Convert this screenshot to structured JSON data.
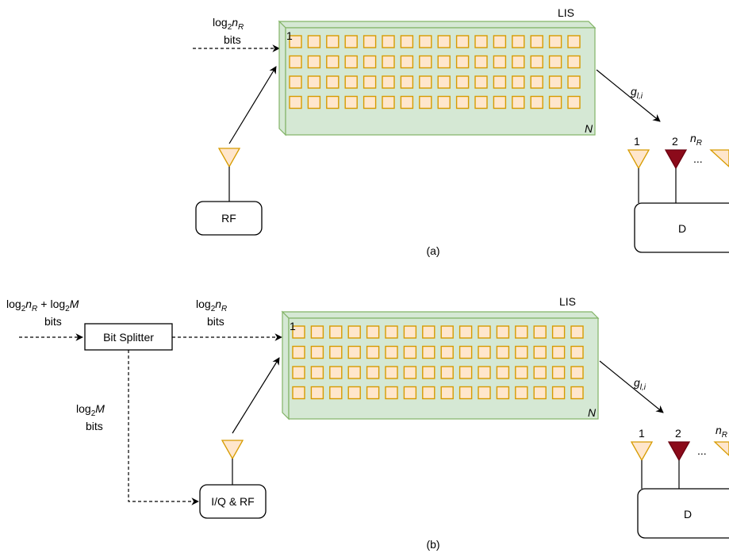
{
  "panel_a": {
    "caption": "(a)",
    "surface_label": "LIS",
    "element_first": "1",
    "element_last": "N",
    "input_label_line1_prefix": "log",
    "input_label_line1_sub": "2",
    "input_label_line1_var": "n",
    "input_label_line1_var_sub": "R",
    "input_label_line2": "bits",
    "source_label": "RF",
    "channel_label": "g",
    "channel_label_sub": "l,i",
    "antenna_first": "1",
    "antenna_second": "2",
    "antenna_dots": "...",
    "antenna_last": "n",
    "antenna_last_sub": "R",
    "receiver_label": "D"
  },
  "panel_b": {
    "caption": "(b)",
    "surface_label": "LIS",
    "element_first": "1",
    "element_last": "N",
    "splitter_label": "Bit Splitter",
    "input_label_line1": {
      "a_prefix": "log",
      "a_sub": "2",
      "a_var": "n",
      "a_var_sub": "R",
      "plus": "+",
      "b_prefix": "log",
      "b_sub": "2",
      "b_var": "M"
    },
    "input_label_line2": "bits",
    "lis_input_label_line1_prefix": "log",
    "lis_input_label_line1_sub": "2",
    "lis_input_label_line1_var": "n",
    "lis_input_label_line1_var_sub": "R",
    "lis_input_label_line2": "bits",
    "mod_label_line1_prefix": "log",
    "mod_label_line1_sub": "2",
    "mod_label_line1_var": "M",
    "mod_label_line2": "bits",
    "source_label": "I/Q & RF",
    "channel_label": "g",
    "channel_label_sub": "l,i",
    "antenna_first": "1",
    "antenna_second": "2",
    "antenna_dots": "...",
    "antenna_last": "n",
    "antenna_last_sub": "R",
    "receiver_label": "D"
  },
  "colors": {
    "lis_fill": "#d5e8d4",
    "lis_stroke": "#82b366",
    "element_fill": "#ffe6cc",
    "element_stroke": "#d79b00",
    "antenna_fill": "#ffe6cc",
    "antenna_stroke": "#d79b00",
    "active_antenna_fill": "#8b0a1a",
    "line": "#000000"
  }
}
